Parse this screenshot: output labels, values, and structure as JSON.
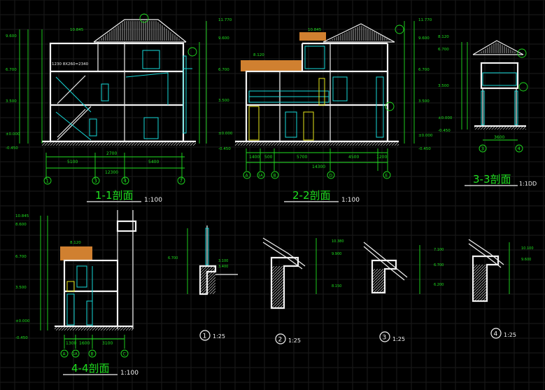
{
  "views": {
    "s11": {
      "title": "1-1剖面",
      "scale": "1:100",
      "levels_left": [
        "10.845",
        "9.600",
        "6.700",
        "3.500",
        "±0.000",
        "-0.450"
      ],
      "levels_right": [
        "11.770",
        "9.600",
        "6.700",
        "3.500",
        "±0.000",
        "-0.450"
      ],
      "note": "1230 8X260=2340",
      "dims": [
        "5100",
        "2700",
        "5400",
        "12300"
      ],
      "axes": [
        "1",
        "3",
        "4",
        "7"
      ]
    },
    "s22": {
      "title": "2-2剖面",
      "scale": "1:100",
      "levels_left": [
        "10.845",
        "8.120"
      ],
      "levels_right": [
        "11.770",
        "9.600",
        "6.700",
        "3.500",
        "±0.000",
        "-0.450"
      ],
      "dims": [
        "1400",
        "500",
        "5700",
        "4500",
        "1200",
        "14300"
      ],
      "axes": [
        "A",
        "1A",
        "B",
        "D",
        "E"
      ]
    },
    "s33": {
      "title": "3-3剖面",
      "scale": "1:1DD",
      "levels": [
        "8.120",
        "6.700",
        "3.500",
        "±0.000",
        "-0.450"
      ],
      "dims": [
        "3600"
      ],
      "axes": [
        "3",
        "4"
      ]
    },
    "s44": {
      "title": "4-4剖面",
      "scale": "1:100",
      "levels": [
        "10.845",
        "8.600",
        "6.700",
        "3.500",
        "±0.000",
        "-0.450"
      ],
      "level_mid": "8.120",
      "dims": [
        "1300",
        "1600",
        "3100"
      ],
      "axes": [
        "A",
        "1A",
        "B",
        "C"
      ]
    }
  },
  "details": [
    {
      "num": "1",
      "scale": "1:25",
      "levels": [
        "6.700",
        "3.100",
        "3.400"
      ]
    },
    {
      "num": "2",
      "scale": "1:25",
      "levels": [
        "10.380",
        "9.900",
        "8.150"
      ]
    },
    {
      "num": "3",
      "scale": "1:25",
      "levels": [
        "7.100",
        "6.700",
        "6.200"
      ]
    },
    {
      "num": "4",
      "scale": "1:25",
      "levels": [
        "10.100",
        "9.600"
      ]
    }
  ],
  "colors": {
    "white": "#f2f2f2",
    "cyan": "#16d9d9",
    "green": "#1fe01f",
    "yellow": "#e6e61a",
    "orange": "#d08030",
    "bg": "#000000"
  }
}
